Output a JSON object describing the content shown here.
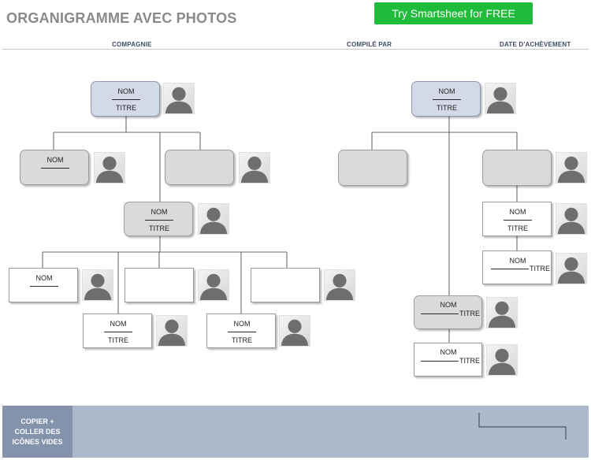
{
  "header": {
    "title": "ORGANIGRAMME AVEC PHOTOS",
    "cta_label": "Try Smartsheet for FREE",
    "columns": [
      "COMPAGNIE",
      "COMPILÉ PAR",
      "DATE D'ACHÈVEMENT"
    ]
  },
  "labels": {
    "nom": "NOM",
    "titre": "TITRE"
  },
  "footer": {
    "label": "COPIER +\nCOLLER DES\nICÔNES VIDES"
  },
  "colors": {
    "accent_green": "#1fbb3a",
    "node_blue": "#d3d9e7",
    "node_gray": "#dadada",
    "footer_band": "#acb9cb",
    "footer_label": "#8393ac"
  },
  "icons": {
    "avatar": "person-placeholder-icon"
  }
}
